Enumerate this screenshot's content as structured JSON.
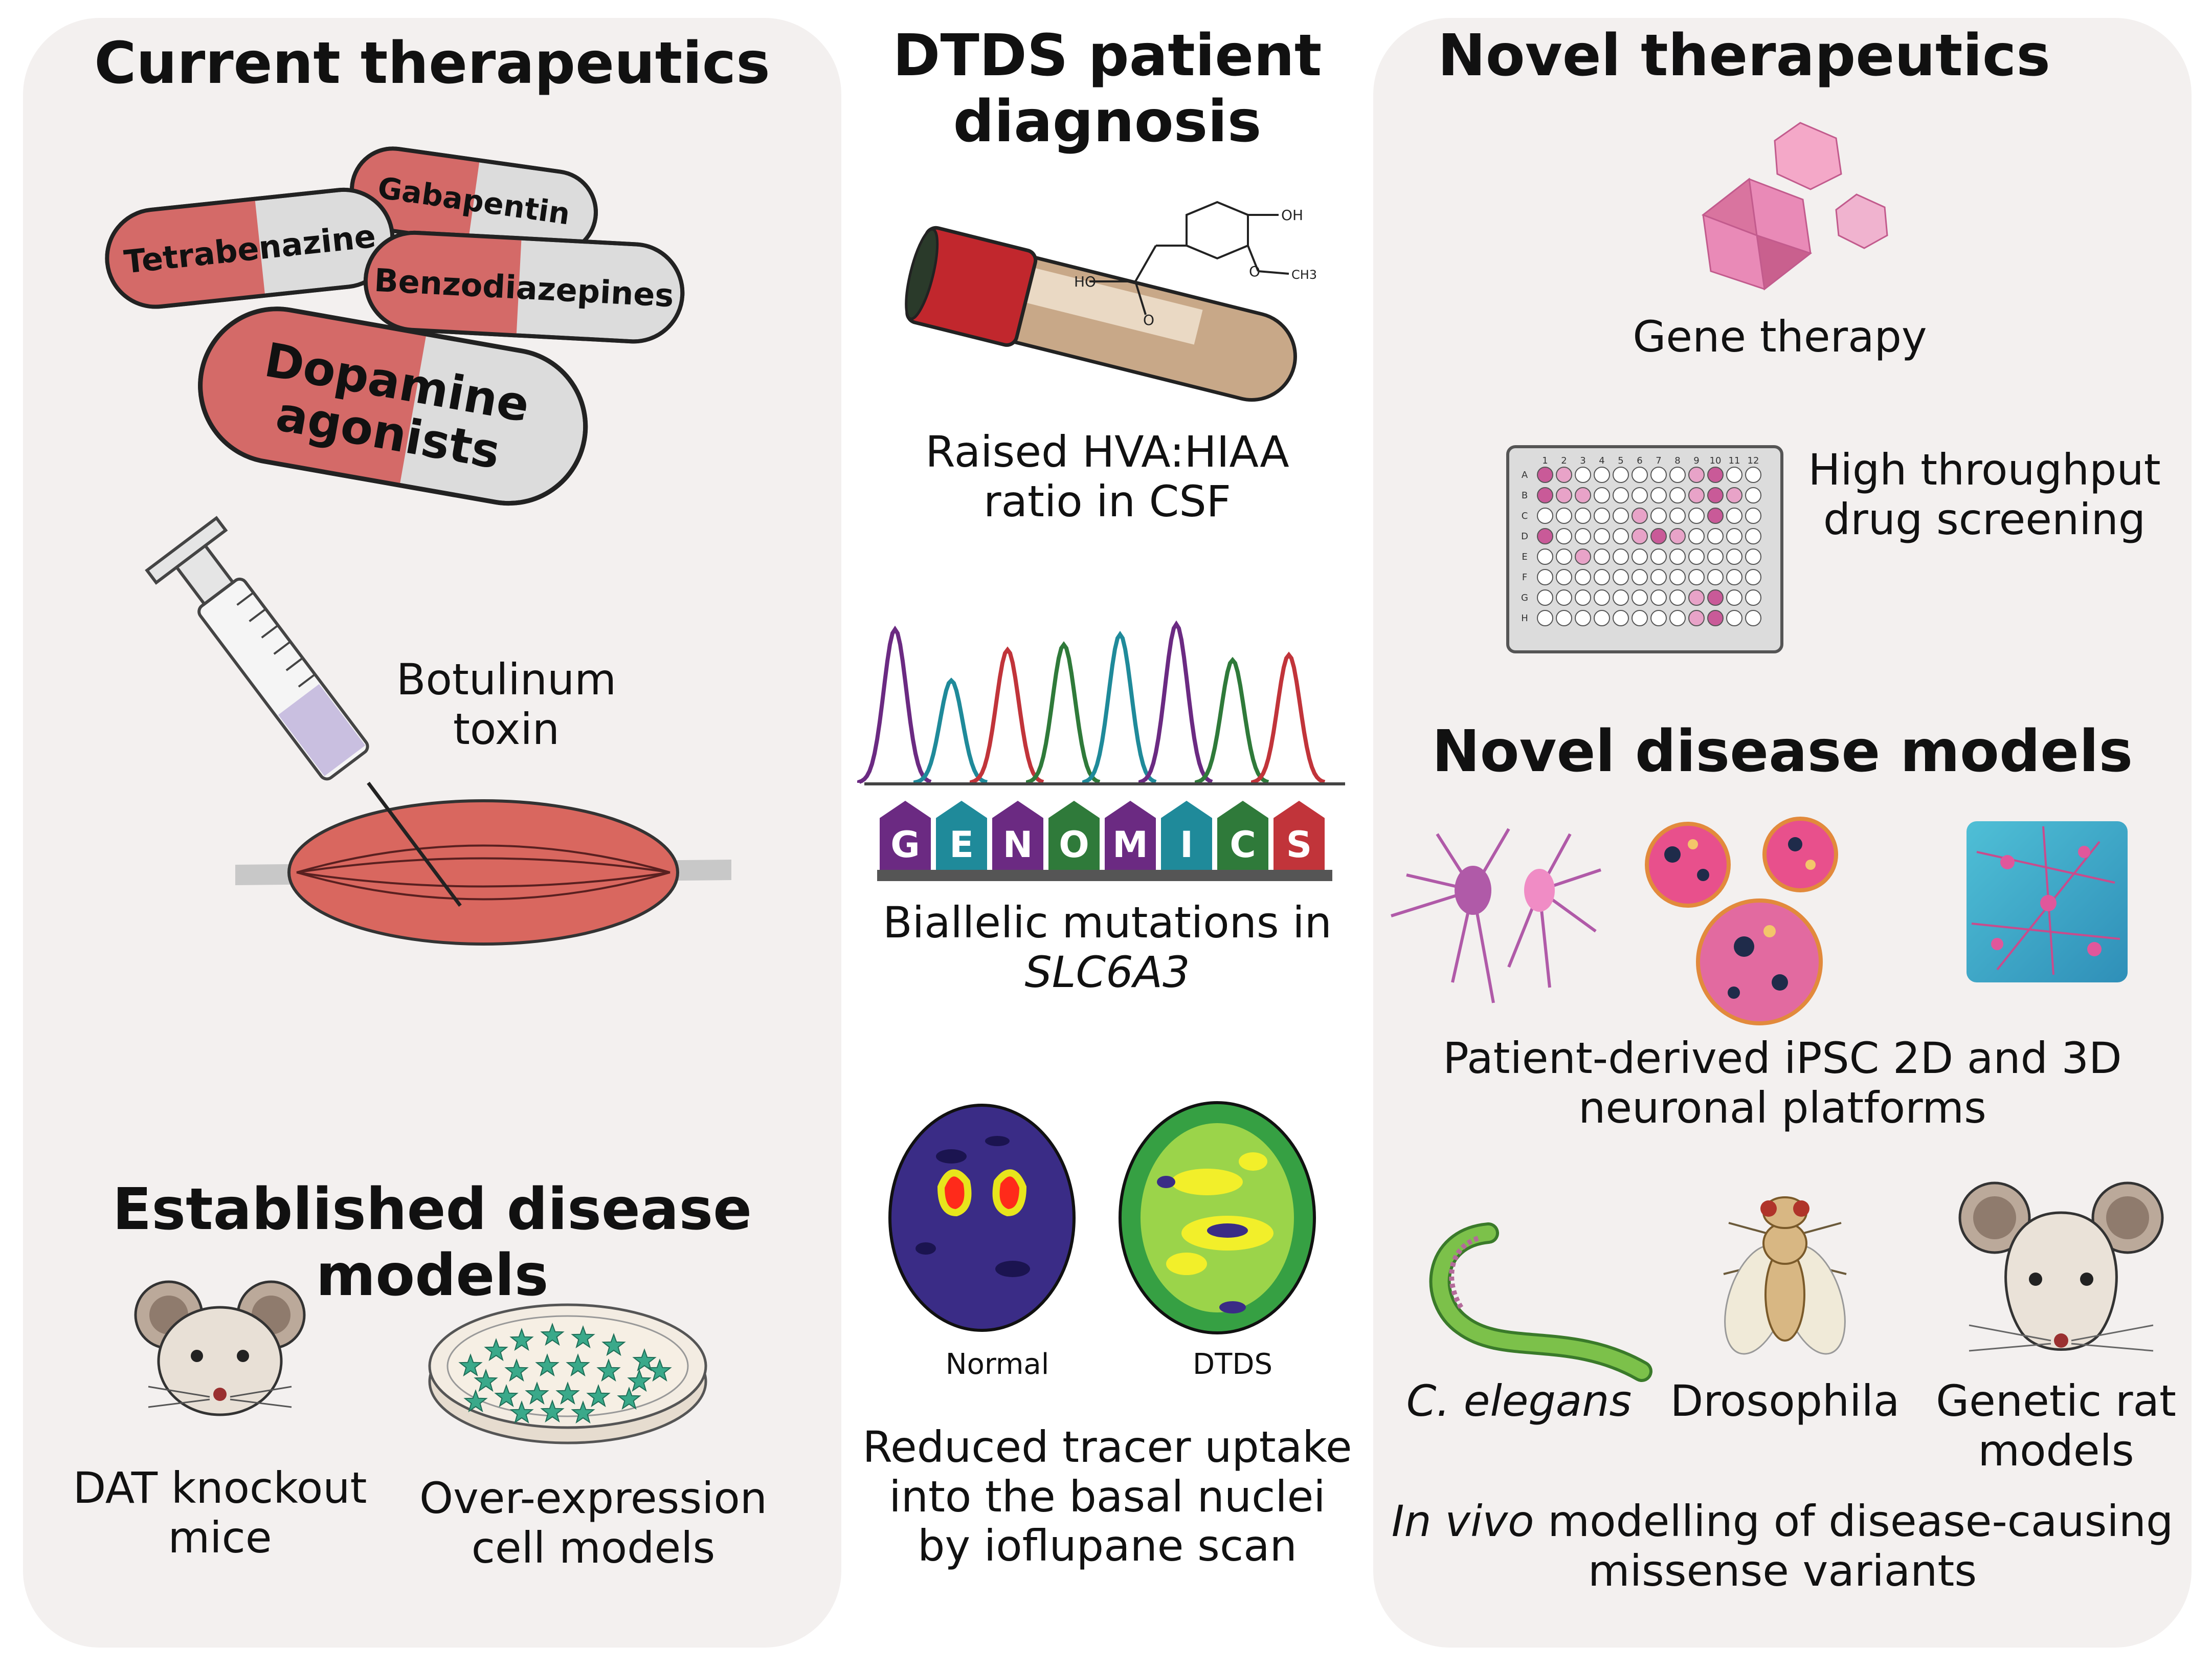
{
  "left": {
    "heading": "Current therapeutics",
    "pills": [
      "Gabapentin",
      "Tetrabenazine",
      "Benzodiazepines",
      "Dopamine",
      "agonists"
    ],
    "botox_line1": "Botulinum",
    "botox_line2": "toxin",
    "models_heading": "Established disease models",
    "dat_line1": "DAT knockout",
    "dat_line2": "mice",
    "overexp_line1": "Over-expression",
    "overexp_line2": "cell models"
  },
  "middle": {
    "heading_line1": "DTDS patient",
    "heading_line2": "diagnosis",
    "molecule_labels": [
      "HO",
      "OH",
      "O",
      "CH3",
      "O"
    ],
    "hva_line1": "Raised HVA:HIAA",
    "hva_line2": "ratio in CSF",
    "genomics_letters": [
      "G",
      "E",
      "N",
      "O",
      "M",
      "I",
      "C",
      "S"
    ],
    "biallelic_line1": "Biallelic mutations in",
    "biallelic_gene": "SLC6A3",
    "scan_normal": "Normal",
    "scan_dtds": "DTDS",
    "tracer_line1": "Reduced tracer uptake",
    "tracer_line2": "into the basal nuclei",
    "tracer_line3": "by ioflupane scan"
  },
  "right": {
    "heading": "Novel therapeutics",
    "gene_therapy": "Gene therapy",
    "plate_cols": [
      "1",
      "2",
      "3",
      "4",
      "5",
      "6",
      "7",
      "8",
      "9",
      "10",
      "11",
      "12"
    ],
    "plate_rows": [
      "A",
      "B",
      "C",
      "D",
      "E",
      "F",
      "G",
      "H"
    ],
    "hts_line1": "High throughput",
    "hts_line2": "drug screening",
    "models_heading": "Novel disease models",
    "ipsc_line1": "Patient-derived iPSC 2D and 3D",
    "ipsc_line2": "neuronal platforms",
    "celegans": "C. elegans",
    "drosophila": "Drosophila",
    "rat_line1": "Genetic rat",
    "rat_line2": "models",
    "invivo_italic": "In vivo",
    "invivo_rest": " modelling of disease-causing",
    "invivo_line2": "missense variants"
  },
  "colors": {
    "panel": "#f3f0ef",
    "pill_red": "#d46a68",
    "pill_grey": "#dcdcdc",
    "muscle": "#d9675f",
    "blood": "#c1272d",
    "gene_g": "#6b2a82",
    "gene_e": "#1f8a9a",
    "gene_n": "#c1343a",
    "gene_o": "#2f7a3a",
    "crystal": "#e58ab8",
    "worm": "#7cc14a"
  }
}
